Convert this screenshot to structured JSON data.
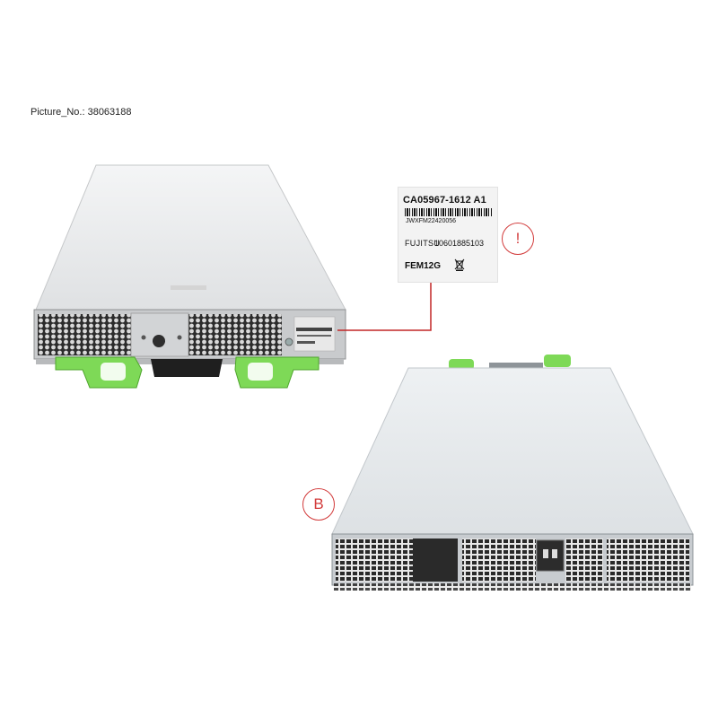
{
  "caption": "Picture_No.: 38063188",
  "label": {
    "part_number": "CA05967-1612 A1",
    "serial": "JWXFM22420056",
    "brand": "FUJITSU",
    "code": "10601885103",
    "model": "FEM12G",
    "weee_icon": "crossed-bin-icon"
  },
  "markers": {
    "info": "!",
    "back": "B"
  },
  "colors": {
    "chassis": "#e6e8ea",
    "handle": "#7ed957",
    "callout": "#c22626",
    "grille": "#2b2b2b"
  }
}
